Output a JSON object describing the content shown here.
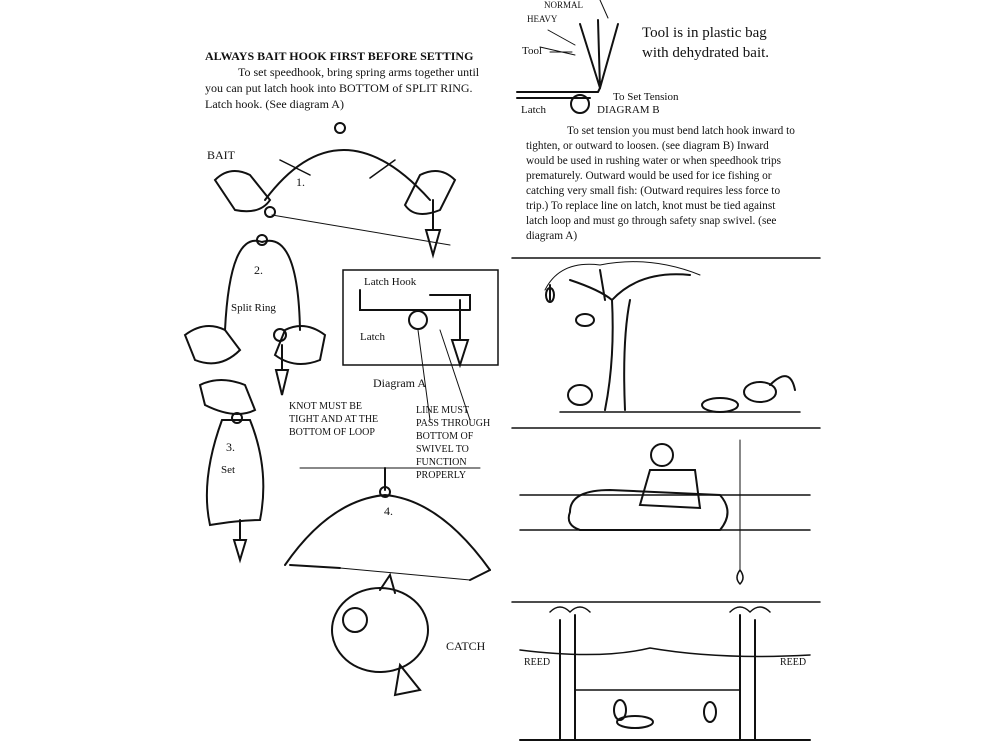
{
  "left": {
    "heading": "ALWAYS BAIT HOOK FIRST BEFORE SETTING",
    "intro_lines": [
      "To set speedhook, bring spring arms together until",
      "you can put latch hook into BOTTOM of SPLIT RING.",
      "Latch hook. (See diagram A)"
    ],
    "step1": {
      "label": "BAIT",
      "number": "1."
    },
    "step2": {
      "number": "2.",
      "label": "Split Ring"
    },
    "diagram_a": {
      "latch_hook": "Latch Hook",
      "latch": "Latch",
      "caption": "Diagram A"
    },
    "knot_note": [
      "KNOT MUST BE",
      "TIGHT AND AT THE",
      "BOTTOM OF LOOP"
    ],
    "line_note": [
      "LINE MUST",
      "PASS THROUGH",
      "BOTTOM OF",
      "SWIVEL TO",
      "FUNCTION",
      "PROPERLY"
    ],
    "step3": {
      "number": "3.",
      "label": "Set"
    },
    "step4": {
      "number": "4.",
      "label": "CATCH"
    }
  },
  "right": {
    "diagram_b": {
      "normal": "NORMAL",
      "heavy": "HEAVY",
      "tool": "Tool",
      "latch": "Latch",
      "tension": "To Set Tension",
      "caption": "DIAGRAM B"
    },
    "tool_note": [
      "Tool is in plastic bag",
      "with dehydrated bait."
    ],
    "tension_lines": [
      "To set tension you must bend latch hook inward to",
      "tighten, or outward to loosen.  (see diagram B)  Inward",
      "would be used in rushing water or when speedhook trips",
      "prematurely.  Outward would be used for ice fishing or",
      "catching very small fish: (Outward requires less force to",
      "trip.)  To replace line on latch, knot must be tied against",
      "latch loop and must go through safety snap swivel. (see",
      "diagram A)"
    ],
    "reed_left": "REED",
    "reed_right": "REED"
  }
}
